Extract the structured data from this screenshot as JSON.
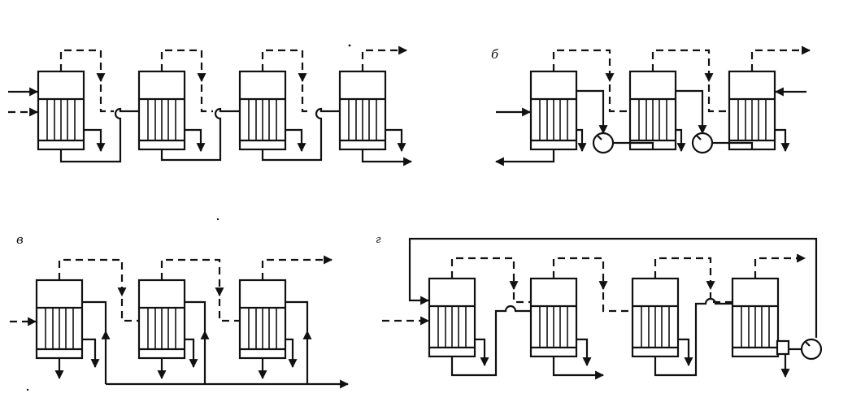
{
  "labels": {
    "b": "б",
    "v": "в",
    "g": "г"
  },
  "colors": {
    "line": "#111111",
    "background": "#ffffff"
  },
  "icons": [
    "evaporator-icon",
    "pump-icon"
  ]
}
